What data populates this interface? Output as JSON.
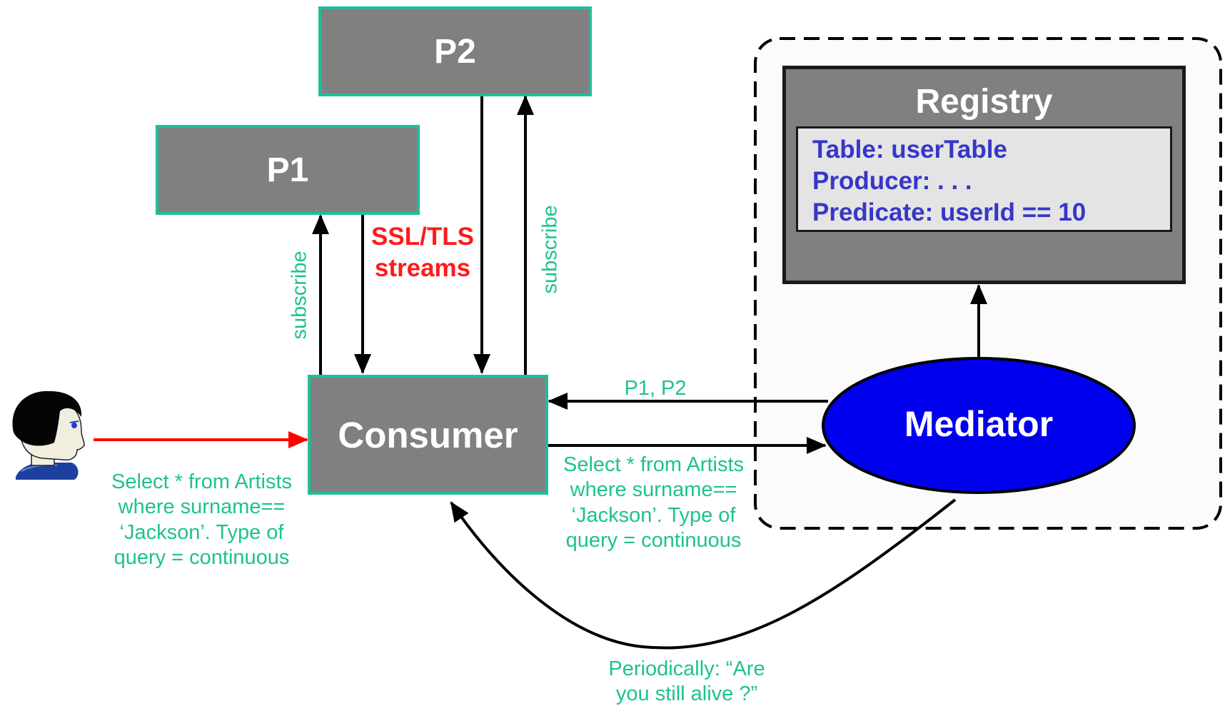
{
  "nodes": {
    "p1": "P1",
    "p2": "P2",
    "consumer": "Consumer",
    "mediator": "Mediator",
    "registry": {
      "title": "Registry",
      "rows": [
        "Table: userTable",
        "Producer: . . .",
        "Predicate: userId == 10"
      ]
    }
  },
  "labels": {
    "subscribe_left": "subscribe",
    "subscribe_right": "subscribe",
    "ssl_line1": "SSL/TLS",
    "ssl_line2": "streams",
    "p1p2": "P1, P2",
    "user_query": [
      "Select * from Artists",
      "where surname==",
      "‘Jackson’. Type of",
      "query = continuous"
    ],
    "mediator_query": [
      "Select * from Artists",
      "where surname==",
      "‘Jackson’. Type of",
      "query = continuous"
    ],
    "alive": [
      "Periodically: “Are",
      "you still alive ?”"
    ]
  },
  "icons": {
    "user": "user-head-icon"
  },
  "colors": {
    "box_fill": "#808080",
    "box_border": "#1fbf9a",
    "label_green": "#1ec28f",
    "ssl_red": "#ff1a1a",
    "registry_text": "#3636c8",
    "mediator_fill": "#0000ee",
    "arrow": "#000000",
    "user_arrow": "#ff0000"
  }
}
